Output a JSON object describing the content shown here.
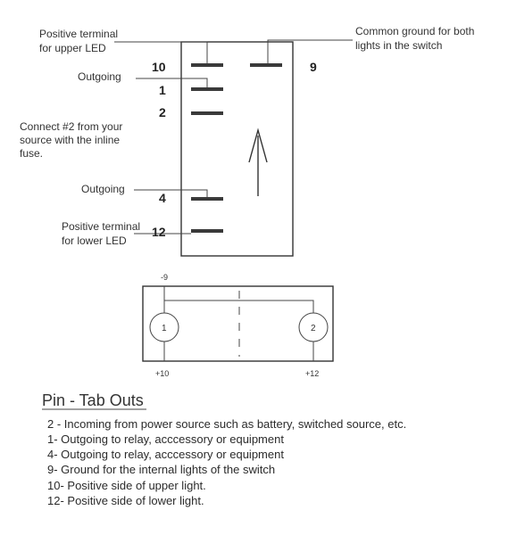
{
  "callouts": {
    "upper_led_1": "Positive terminal",
    "upper_led_2": "for upper LED",
    "common_ground_1": "Common ground for both",
    "common_ground_2": "lights in the switch",
    "outgoing_top": "Outgoing",
    "connect_1": "Connect #2 from your",
    "connect_2": "source with the inline",
    "connect_3": "fuse.",
    "outgoing_bottom": "Outgoing",
    "lower_led_1": "Positive terminal",
    "lower_led_2": "for lower LED"
  },
  "pins": {
    "p10": "10",
    "p1": "1",
    "p2": "2",
    "p4": "4",
    "p12": "12",
    "p9": "9"
  },
  "back_view": {
    "top_label": "-9",
    "left_circle": "1",
    "right_circle": "2",
    "bottom_left": "+10",
    "bottom_right": "+12"
  },
  "legend": {
    "title": "Pin - Tab Outs",
    "rows": [
      "2 -  Incoming from power source such as battery, switched source, etc.",
      "1-   Outgoing to relay, acccessory or equipment",
      "4-   Outgoing to relay, acccessory or equipment",
      "9-   Ground for the internal lights of the switch",
      "10-  Positive side of upper light.",
      "12-  Positive side of lower light."
    ]
  }
}
